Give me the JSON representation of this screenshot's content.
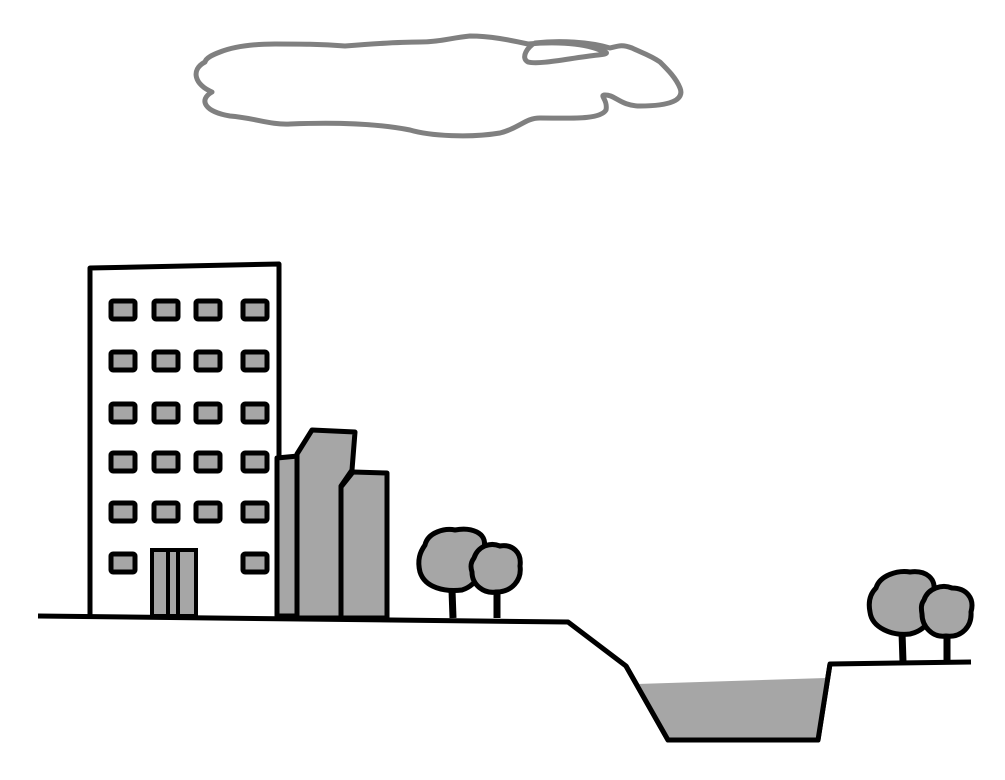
{
  "scene": {
    "elements": [
      "cloud",
      "office-building",
      "skyline-blocks",
      "tree-cluster-left",
      "ground-line",
      "river-channel",
      "water",
      "tree-cluster-right"
    ]
  },
  "colors": {
    "background": "#ffffff",
    "outline": "#000000",
    "cloud_outline": "#808080",
    "fill_gray": "#a6a6a6",
    "building_fill": "#ffffff"
  },
  "counts": {
    "window_rows": 6,
    "window_columns": 4
  }
}
